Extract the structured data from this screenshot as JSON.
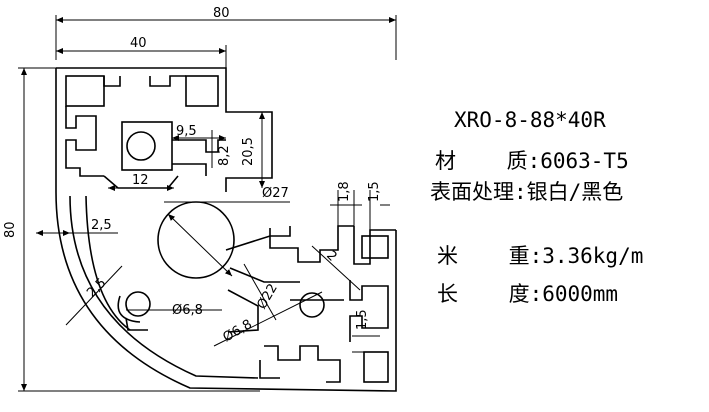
{
  "dimensions": {
    "overall_width": "80",
    "half_width": "40",
    "overall_height": "80",
    "wall_thickness": "2,5",
    "wall_thickness_2": "2,5",
    "slot_inner_width": "9,5",
    "slot_depth_small": "8,2",
    "slot_depth": "20,5",
    "slot_opening": "12",
    "center_bore": "Ø27",
    "hole_left": "Ø6,8",
    "hole_right": "Ø6,8",
    "web_thickness": "Ø22",
    "rib_2": "2",
    "right_top_a": "1,8",
    "right_top_b": "1,5",
    "right_bottom": "1,5"
  },
  "specs": {
    "model": "XRO-8-88*40R",
    "material": "材    质:6063-T5",
    "surface": "表面处理:银白/黑色",
    "weight": "米    重:3.36kg/m",
    "length": "长    度:6000mm"
  }
}
